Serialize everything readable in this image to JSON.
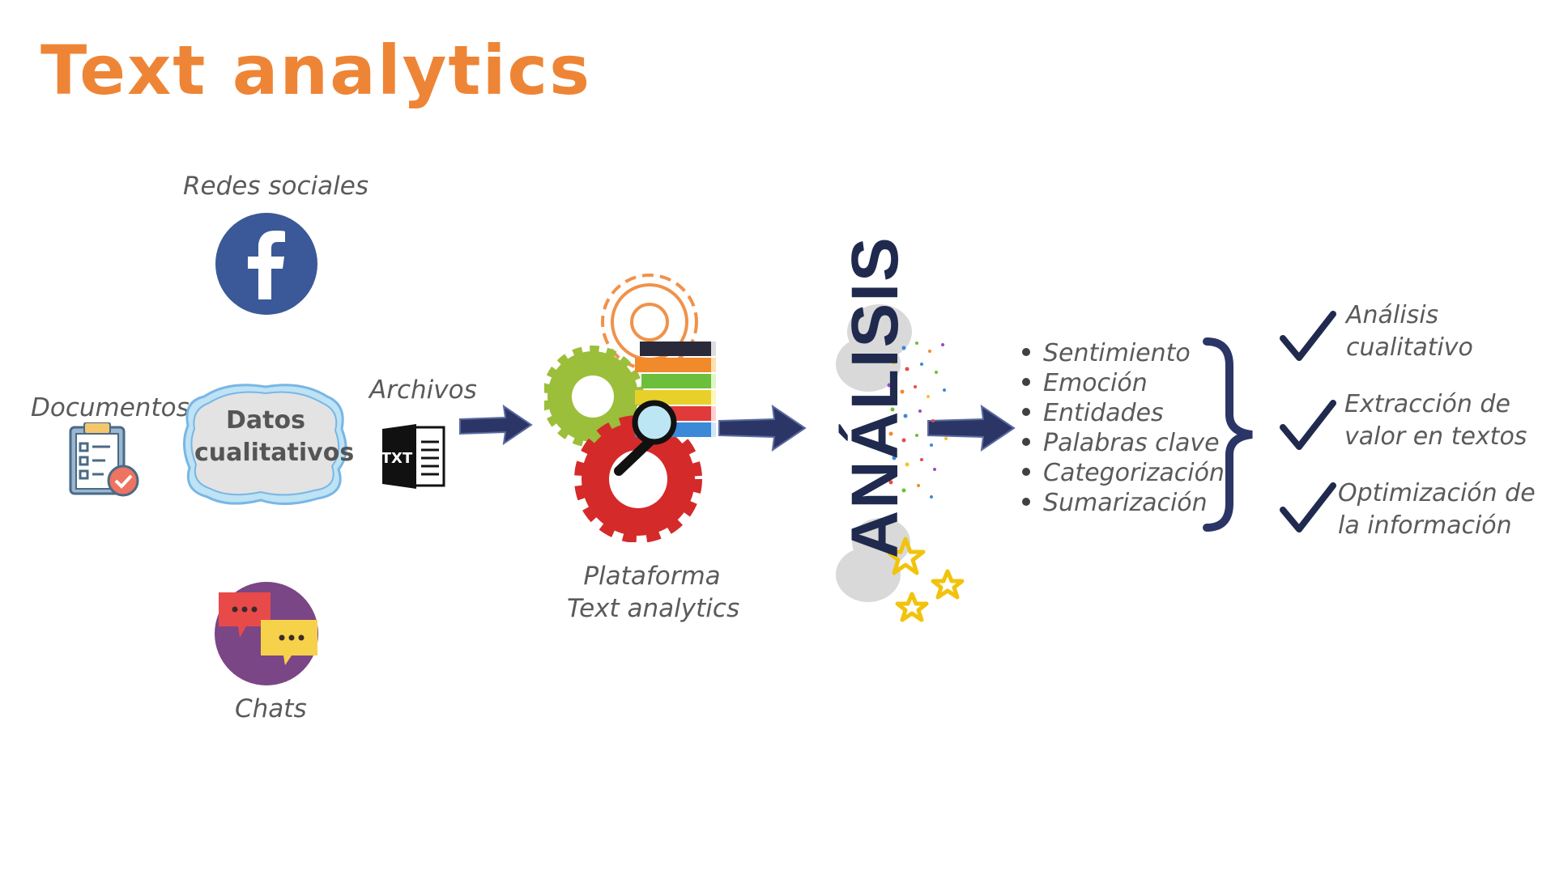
{
  "title": "Text analytics",
  "colors": {
    "title": "#ee8536",
    "navy": "#2b3566",
    "facebook": "#3b5998",
    "chat_bg": "#7a4685"
  },
  "sources": {
    "social": "Redes sociales",
    "documents": "Documentos",
    "chats": "Chats",
    "cloud_line1": "Datos",
    "cloud_line2": "cualitativos"
  },
  "files": {
    "label": "Archivos",
    "icon_text": "TXT"
  },
  "platform": {
    "line1": "Plataforma",
    "line2": "Text analytics"
  },
  "analysis": {
    "word": "ANÁLISIS"
  },
  "features": [
    "Sentimiento",
    "Emoción",
    "Entidades",
    "Palabras clave",
    "Categorización",
    "Sumarización"
  ],
  "outcomes": [
    {
      "line1": "Análisis",
      "line2": "cualitativo"
    },
    {
      "line1": "Extracción de",
      "line2": "valor en textos"
    },
    {
      "line1": "Optimización de",
      "line2": "la información"
    }
  ]
}
